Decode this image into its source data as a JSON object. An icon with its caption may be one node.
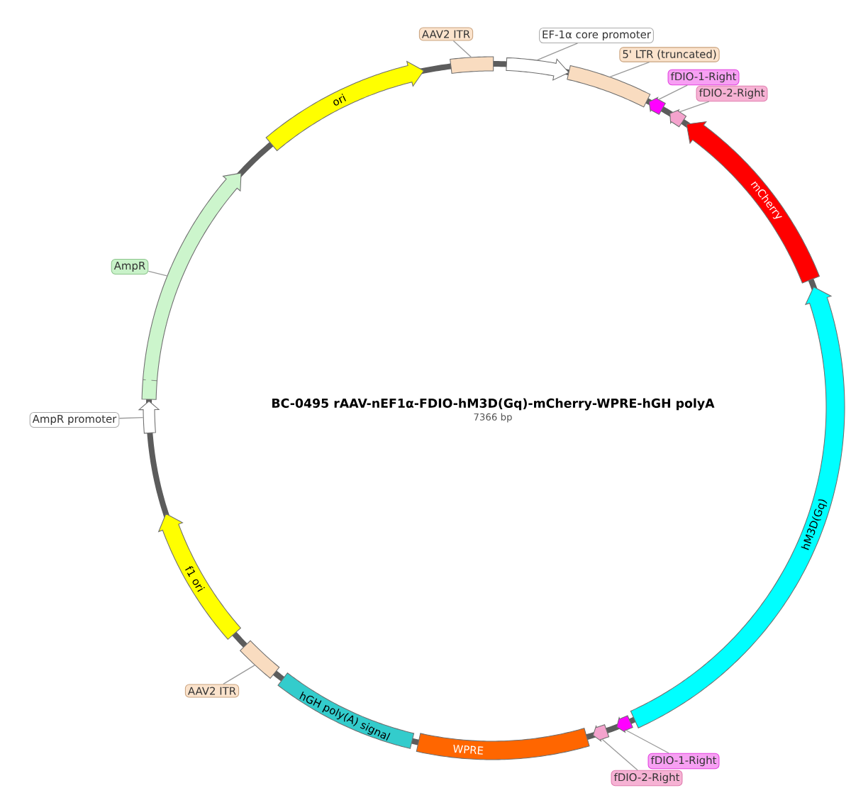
{
  "diagram": {
    "title": "BC-0495 rAAV-nEF1α-FDIO-hM3D(Gq)-mCherry-WPRE-hGH polyA",
    "nodes": [
      {
        "text": [
          "AAV2 ITR"
        ]
      },
      {
        "text": [
          "EF-1α core promoter"
        ]
      },
      {
        "text": [
          "5' LTR (truncated)"
        ]
      },
      {
        "text": [
          "fDIO-1-Right"
        ]
      },
      {
        "text": [
          "fDIO-2-Right"
        ]
      },
      {
        "text": [],
        "shape": "box"
      },
      {
        "text": [],
        "shape": "band"
      },
      {
        "text": [],
        "shape": "box"
      },
      {
        "text": [],
        "shape": "band"
      },
      {
        "text": [],
        "shape": "band"
      },
      {
        "text": [
          "ori"
        ]
      },
      {
        "text": [
          "mCherry"
        ]
      },
      {
        "text": [
          "AmpR"
        ]
      },
      {
        "text": [],
        "shape": "band"
      },
      {
        "text": [
          "AmpR promoter"
        ]
      },
      {
        "text": [],
        "shape": "band"
      },
      {
        "text": [
          "hM3D(Gq)"
        ]
      },
      {
        "text": [
          "f1 ori"
        ]
      },
      {
        "text": [
          "AAV2 ITR"
        ]
      },
      {
        "text": [],
        "shape": "box"
      },
      {
        "text": [
          "hGH poly(A) signal"
        ]
      },
      {
        "text": [],
        "shape": "band"
      },
      {
        "text": [],
        "shape": "band"
      },
      {
        "text": [
          "WPRE"
        ]
      },
      {
        "text": [
          "fDIO-1-Right"
        ]
      },
      {
        "text": [
          "fDIO-2-Right"
        ]
      }
    ],
    "edges": [
      {
        "from": 0,
        "to": 5,
        "arrow": "none"
      },
      {
        "from": 1,
        "to": 6,
        "arrow": "none"
      },
      {
        "from": 2,
        "to": 7,
        "arrow": "none"
      },
      {
        "from": 3,
        "to": 8,
        "arrow": "none"
      },
      {
        "from": 4,
        "to": 9,
        "arrow": "none"
      },
      {
        "from": 12,
        "to": 13,
        "arrow": "none"
      },
      {
        "from": 14,
        "to": 15,
        "arrow": "none"
      },
      {
        "from": 18,
        "to": 19,
        "arrow": "none"
      },
      {
        "from": 24,
        "to": 21,
        "arrow": "none"
      },
      {
        "from": 25,
        "to": 22,
        "arrow": "none"
      }
    ],
    "labels": [
      "7366 bp"
    ]
  }
}
